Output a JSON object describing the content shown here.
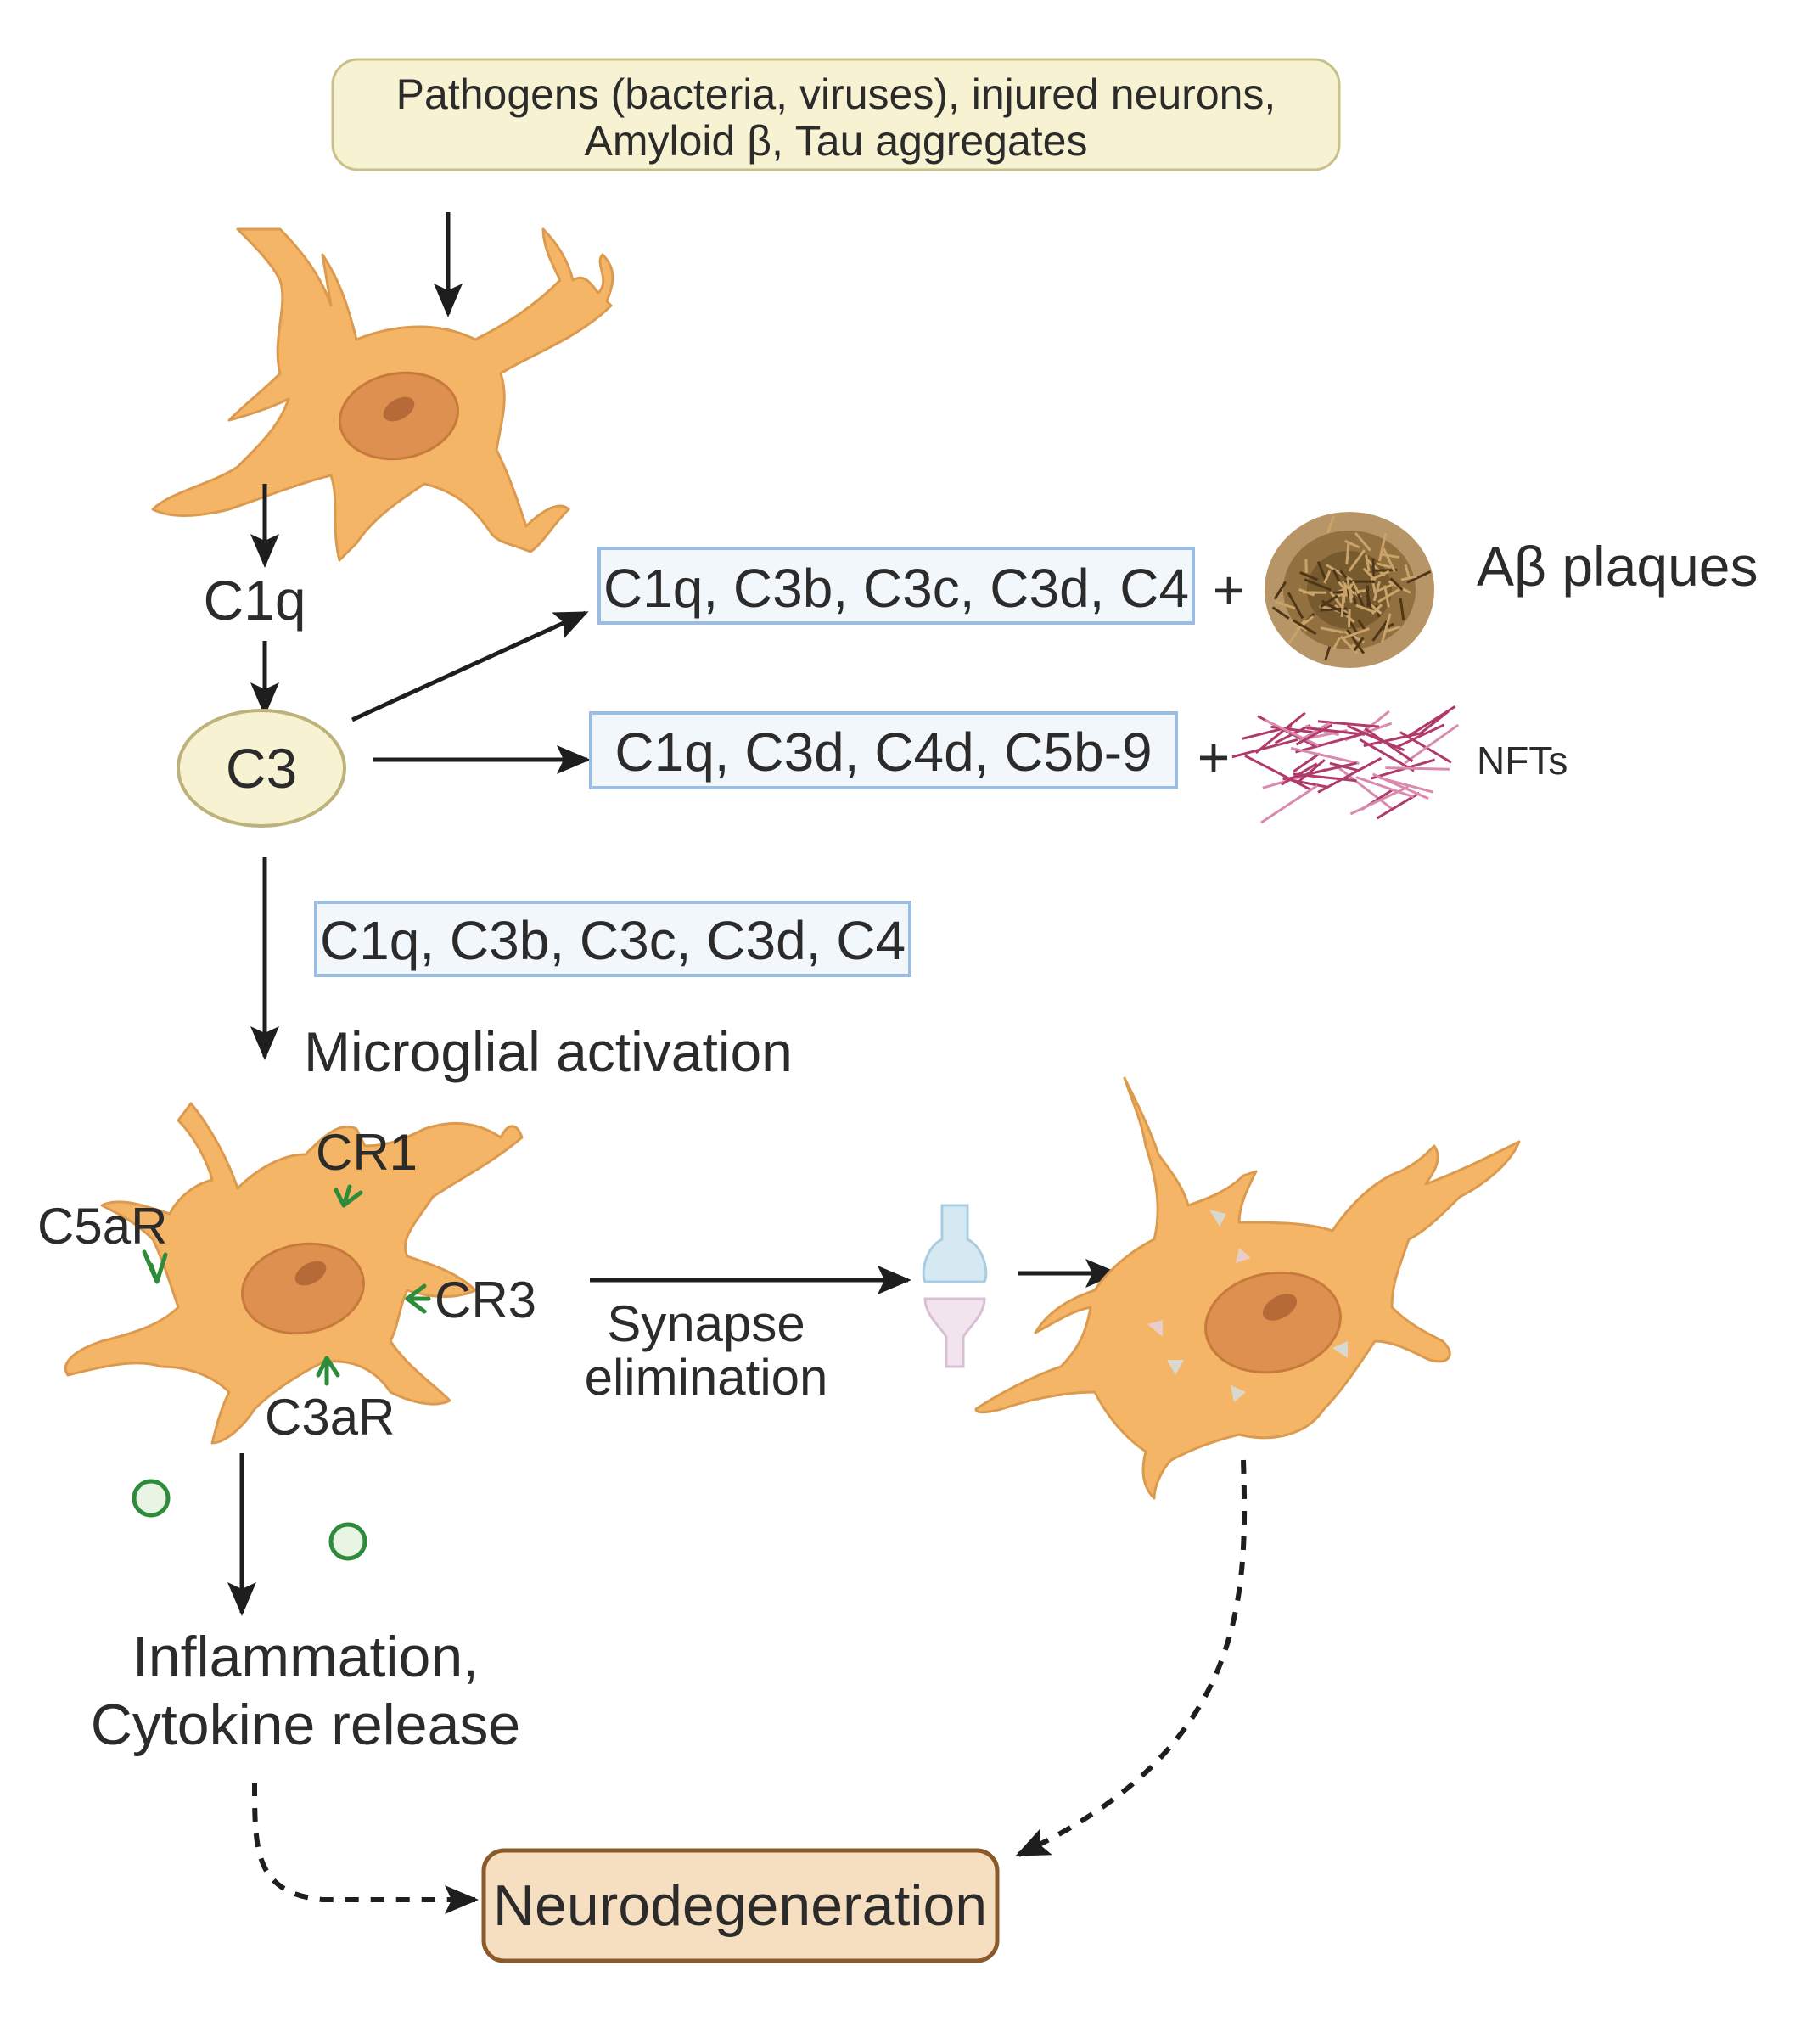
{
  "trigger": {
    "line1": "Pathogens (bacteria, viruses), injured neurons,",
    "line2": "Amyloid β, Tau aggregates"
  },
  "labels": {
    "c1q": "C1q",
    "c3": "C3",
    "microglial_activation": "Microglial activation",
    "synapse_line1": "Synapse",
    "synapse_line2": "elimination",
    "inflammation_line1": "Inflammation,",
    "inflammation_line2": "Cytokine release",
    "neurodegeneration": "Neurodegeneration"
  },
  "complement_boxes": {
    "plaques_box": "C1q, C3b, C3c, C3d, C4",
    "nft_box": "C1q, C3d, C4d, C5b-9",
    "activation_box": "C1q, C3b, C3c, C3d, C4"
  },
  "aggregates": {
    "plus": "+",
    "plaques_label": "Aβ plaques",
    "nfts_label": "NFTs"
  },
  "receptors": {
    "cr1": "CR1",
    "c5ar": "C5aR",
    "cr3": "CR3",
    "c3ar": "C3aR"
  },
  "colors": {
    "cell_fill": "#F5B567",
    "nucleus": "#DD9050",
    "trigger_box": "#F7F3D2",
    "c3_oval": "#F7F3D2",
    "complement_box_border": "#9DBDE0",
    "receptor": "#2E8B3A",
    "neurodegeneration_box": "#F6DEC0",
    "plaque": "#8B6A3A",
    "nft": "#B03A6A"
  }
}
